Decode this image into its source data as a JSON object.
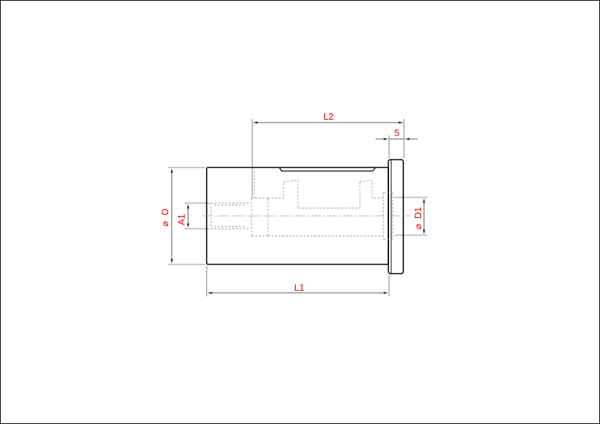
{
  "drawing": {
    "colors": {
      "outline": "#000000",
      "hidden": "#9a9a9a",
      "dimension_line": "#222222",
      "dimension_text": "#e00000",
      "frame": "#000000",
      "background": "#ffffff"
    },
    "dimensions": {
      "d": "D",
      "a1": "A1",
      "d1": "D1",
      "l1": "L1",
      "l2": "L2",
      "flange_offset": "5"
    },
    "diameter_symbol": "⌀"
  }
}
